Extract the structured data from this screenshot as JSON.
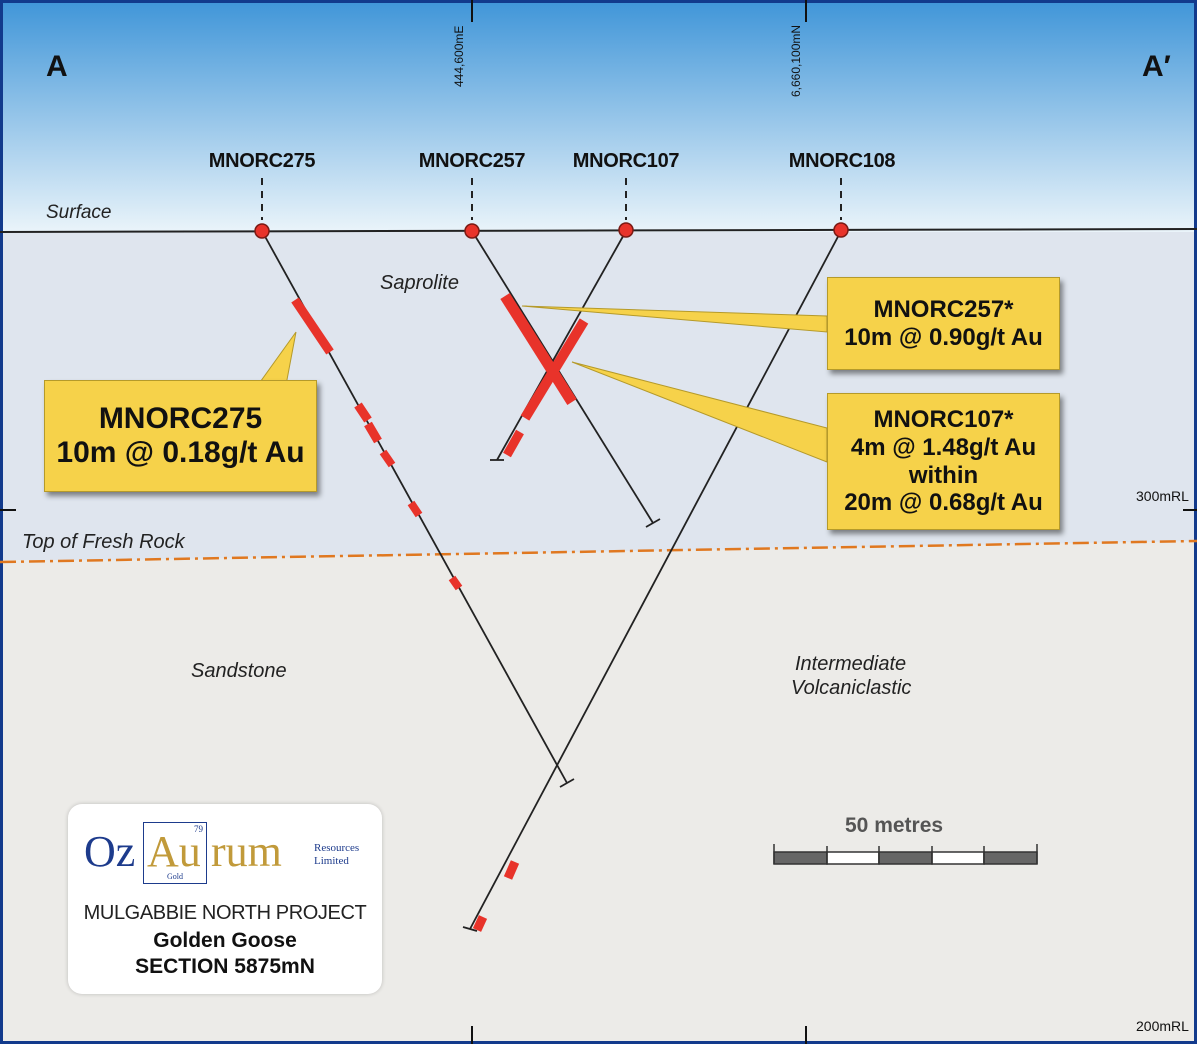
{
  "section": {
    "corner_left": "A",
    "corner_right": "A′",
    "easting_label": "444,600mE",
    "northing_label": "6,660,100mN",
    "surface_label": "Surface",
    "fresh_rock_label": "Top of Fresh Rock",
    "rl_300": "300mRL",
    "rl_200": "200mRL",
    "units": [
      "Saprolite",
      "Sandstone",
      "Intermediate",
      "Volcaniclastic"
    ]
  },
  "drillholes": [
    "MNORC275",
    "MNORC257",
    "MNORC107",
    "MNORC108"
  ],
  "callouts": {
    "mnorc275": {
      "hole": "MNORC275",
      "lines": [
        "10m @ 0.18g/t Au"
      ]
    },
    "mnorc257": {
      "hole": "MNORC257*",
      "lines": [
        "10m @ 0.90g/t Au"
      ]
    },
    "mnorc107": {
      "hole": "MNORC107*",
      "lines": [
        "4m @ 1.48g/t Au",
        "within",
        "20m @ 0.68g/t Au"
      ]
    }
  },
  "scale_bar": {
    "label": "50 metres"
  },
  "logo": {
    "oz": "Oz",
    "au": "Au",
    "rum": "rum",
    "number": "79",
    "gold": "Gold",
    "resources": "Resources",
    "limited": "Limited"
  },
  "title_block": {
    "project": "MULGABBIE NORTH PROJECT",
    "prospect": "Golden Goose",
    "section": "SECTION 5875mN"
  },
  "colors": {
    "sky_top": "#3f95d8",
    "sky_bottom": "#eaf4fa",
    "saprolite": "#dfe5ee",
    "bedrock": "#ecebe8",
    "intercept": "#e8332a",
    "callout_fill": "#f6d24a",
    "fresh_rock_line": "#e07820",
    "frame_border": "#123a8c"
  }
}
